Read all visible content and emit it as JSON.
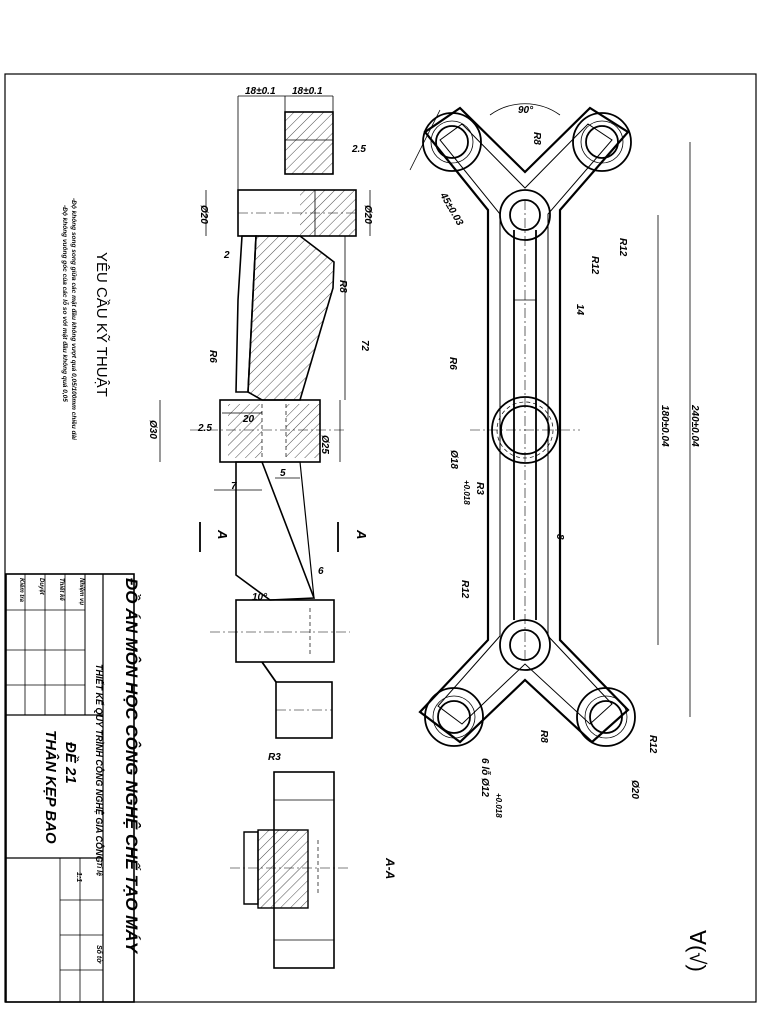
{
  "title_block": {
    "project_title": "ĐỒ ÁN MÔN HỌC CÔNG NGHỆ CHẾ TẠO MÁY",
    "subtitle": "THIẾT KẾ QUY TRÌNH CÔNG NGHỆ GIA CÔNG",
    "topic": "ĐỀ 21",
    "part_name": "THÂN KẸP BAO",
    "scale_label": "Tỉ lệ",
    "scale_value": "1:1",
    "sheet_label": "Số tờ",
    "row_labels": [
      "Nhiệm vụ",
      "Thiết kế",
      "Duyệt",
      "Kiểm tra"
    ]
  },
  "requirements": {
    "heading": "YÊU CẦU KỸ THUẬT",
    "lines": [
      "-Độ không song song giữa các mặt đầu không vượt quá 0,05/100mm chiều dài",
      "-Độ không vuông góc của các lỗ so với mặt đầu không quá 0,05"
    ]
  },
  "side_view_dims": [
    "18±0.1",
    "18±0.1",
    "2.5",
    "Ø20",
    "Ø20",
    "2",
    "R8",
    "R6",
    "72",
    "Ø30",
    "20",
    "2.5",
    "Ø25",
    "7",
    "5",
    "6",
    "10°",
    "R3",
    "A",
    "A"
  ],
  "plan_view_dims": [
    "90°",
    "R8",
    "45±0.03",
    "R12",
    "R12",
    "14",
    "R6",
    "Ø18",
    "+0.018",
    "R3",
    "180±0.04",
    "240±0.04",
    "8",
    "R12",
    "R8",
    "R12",
    "Ø20",
    "6 lỗ Ø12",
    "+0.018"
  ],
  "section_label": "A-A",
  "roughness_symbol": "∀(√)"
}
